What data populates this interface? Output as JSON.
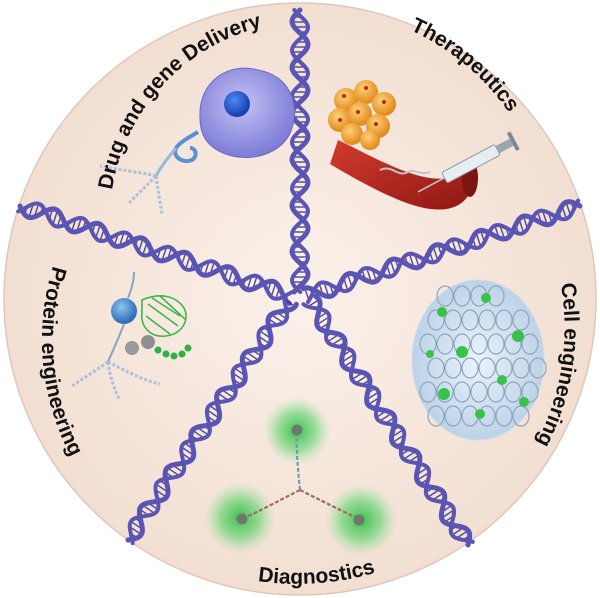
{
  "segments": [
    {
      "id": "drug-delivery",
      "label": "Drug and gene Delivery",
      "icon": "cell-nanoparticle-icon"
    },
    {
      "id": "therapeutics",
      "label": "Therapeutics",
      "icon": "blood-vessel-syringe-icon"
    },
    {
      "id": "cell-engineering",
      "label": "Cell engineering",
      "icon": "dna-hydrogel-network-icon"
    },
    {
      "id": "diagnostics",
      "label": "Diagnostics",
      "icon": "fluorescent-y-dna-icon"
    },
    {
      "id": "protein-engineering",
      "label": "Protein engineering",
      "icon": "protein-conjugate-icon"
    }
  ],
  "colors": {
    "disc": "#f6e8de",
    "disc_border": "#d9c6b8",
    "dna_strand": "#5a55b4",
    "dna_rung": "#2f2b86",
    "fluorescence": "#34c24a",
    "cell": "#8f8ee0",
    "vessel": "#b0231f",
    "tumor": "#f2a640"
  }
}
